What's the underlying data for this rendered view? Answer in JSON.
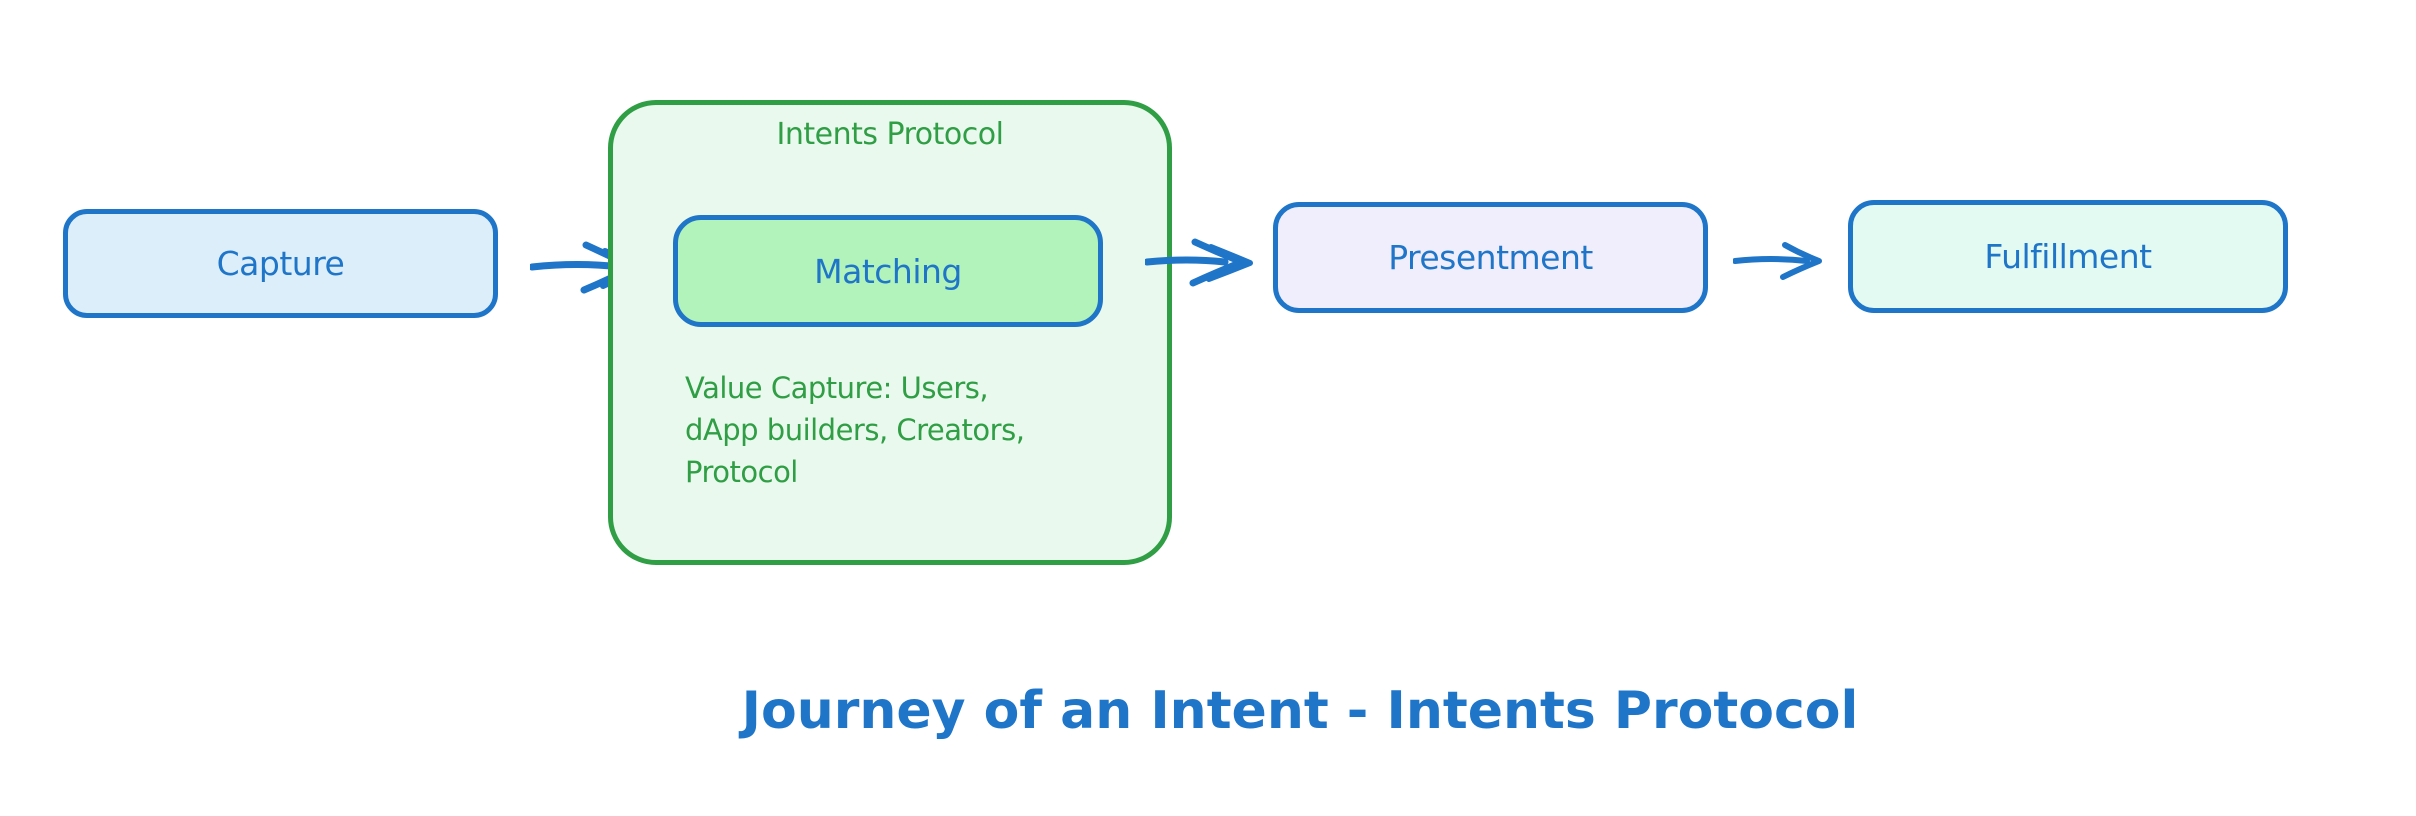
{
  "diagram": {
    "title": "Journey of an Intent - Intents Protocol",
    "nodes": {
      "capture": {
        "label": "Capture"
      },
      "intents_protocol": {
        "label": "Intents Protocol",
        "note_lines": [
          "Value Capture: Users,",
          "dApp builders, Creators,",
          "Protocol"
        ]
      },
      "matching": {
        "label": "Matching"
      },
      "presentment": {
        "label": "Presentment"
      },
      "fulfillment": {
        "label": "Fulfillment"
      }
    },
    "edges": [
      {
        "from": "Capture",
        "to": "Matching"
      },
      {
        "from": "Matching",
        "to": "Presentment"
      },
      {
        "from": "Presentment",
        "to": "Fulfillment"
      }
    ],
    "colors": {
      "stroke_blue": "#1f75c8",
      "stroke_green": "#2f9e44",
      "fill_capture": "#ddeefb",
      "fill_container": "#e9f9ee",
      "fill_matching": "#b2f2bb",
      "fill_presentment": "#f0eefc",
      "fill_fulfillment": "#e3faf2",
      "canvas_background": "#ffffff"
    }
  }
}
